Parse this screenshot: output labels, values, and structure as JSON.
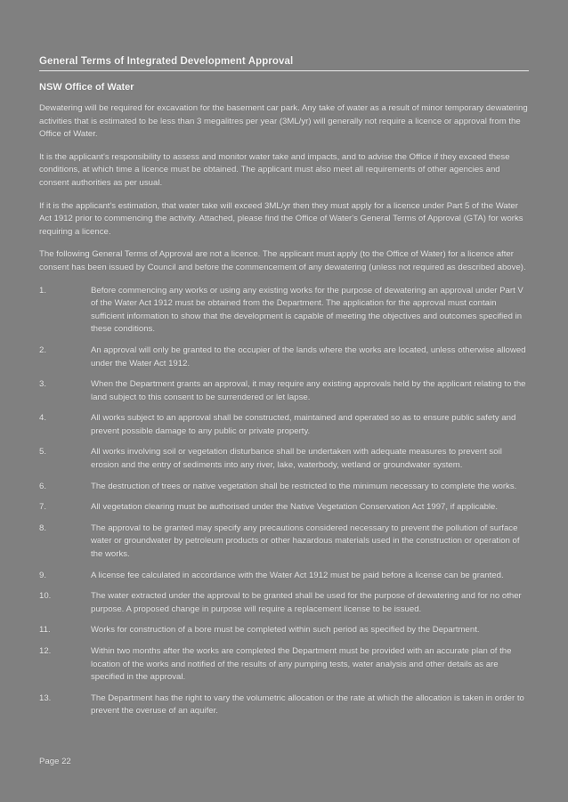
{
  "document": {
    "title": "General Terms of Integrated Development Approval",
    "subtitle": "NSW Office of Water",
    "paragraphs": [
      "Dewatering will be required for excavation for the basement car park. Any take of water as a result of minor temporary dewatering activities that is estimated to be less than 3 megalitres per year (3ML/yr) will generally not require a licence or approval from the Office of Water.",
      "It is the applicant's responsibility to assess and monitor water take and impacts, and to advise the Office if they exceed these conditions, at which time a licence must be obtained. The applicant must also meet all requirements of other agencies and consent authorities as per usual.",
      "If it is the applicant's estimation, that water take will exceed 3ML/yr then they must apply for a licence under Part 5 of the Water Act 1912 prior to commencing the activity. Attached, please find the Office of Water's General Terms of Approval (GTA) for works requiring a licence.",
      "The following General Terms of Approval are not a licence. The applicant must apply (to the Office of Water) for a licence after consent has been issued by Council and before the commencement of any dewatering (unless not required as described above)."
    ],
    "clauses": [
      {
        "number": "1.",
        "text": "Before commencing any works or using any existing works for the purpose of dewatering an approval under Part V of the Water Act 1912 must be obtained from the Department. The application for the approval must contain sufficient information to show that the development is capable of meeting the objectives and outcomes specified in these conditions."
      },
      {
        "number": "2.",
        "text": "An approval will only be granted to the occupier of the lands where the works are located, unless otherwise allowed under the Water Act 1912."
      },
      {
        "number": "3.",
        "text": "When the Department grants an approval, it may require any existing approvals held by the applicant relating to the land subject to this consent to be surrendered or let lapse."
      },
      {
        "number": "4.",
        "text": "All works subject to an approval shall be constructed, maintained and operated so as to ensure public safety and prevent possible damage to any public or private property."
      },
      {
        "number": "5.",
        "text": "All works involving soil or vegetation disturbance shall be undertaken with adequate measures to prevent soil erosion and the entry of sediments into any river, lake, waterbody, wetland or groundwater system."
      },
      {
        "number": "6.",
        "text": "The destruction of trees or native vegetation shall be restricted to the minimum necessary to complete the works."
      },
      {
        "number": "7.",
        "text": "All vegetation clearing must be authorised under the Native Vegetation Conservation Act 1997, if applicable."
      },
      {
        "number": "8.",
        "text": "The approval to be granted may specify any precautions considered necessary to prevent the pollution of surface water or groundwater by petroleum products or other hazardous materials used in the construction or operation of the works."
      },
      {
        "number": "9.",
        "text": "A license fee calculated in accordance with the Water Act 1912 must be paid before a license can be granted."
      },
      {
        "number": "10.",
        "text": "The water extracted under the approval to be granted shall be used for the purpose of dewatering and for no other purpose. A proposed change in purpose will require a replacement license to be issued."
      },
      {
        "number": "11.",
        "text": "Works for construction of a bore must be completed within such period as specified by the Department."
      },
      {
        "number": "12.",
        "text": "Within two months after the works are completed the Department must be provided with an accurate plan of the location of the works and notified of the results of any pumping tests, water analysis and other details as are specified in the approval."
      },
      {
        "number": "13.",
        "text": "The Department has the right to vary the volumetric allocation or the rate at which the allocation is taken in order to prevent the overuse of an aquifer."
      }
    ],
    "footer": "Page 22"
  }
}
